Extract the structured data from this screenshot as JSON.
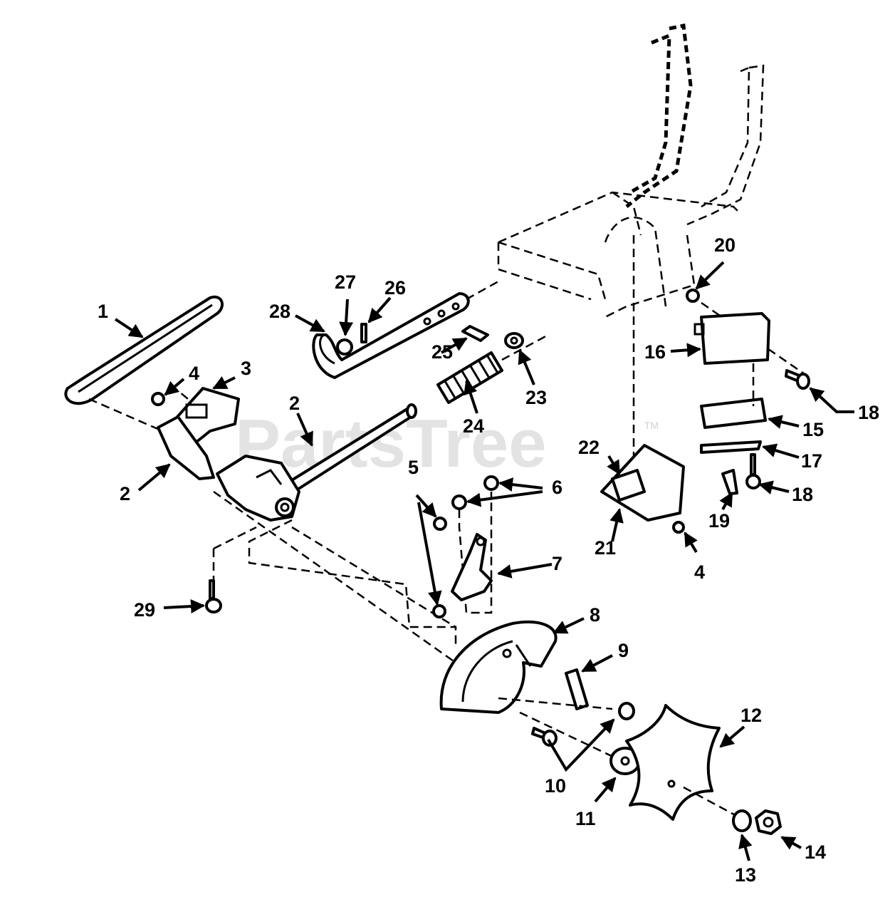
{
  "watermark": {
    "text": "PartsTree",
    "trademark": "TM"
  },
  "callouts": [
    {
      "id": "c1",
      "label": "1"
    },
    {
      "id": "c2a",
      "label": "2"
    },
    {
      "id": "c2b",
      "label": "2"
    },
    {
      "id": "c3",
      "label": "3"
    },
    {
      "id": "c4a",
      "label": "4"
    },
    {
      "id": "c4b",
      "label": "4"
    },
    {
      "id": "c5",
      "label": "5"
    },
    {
      "id": "c6",
      "label": "6"
    },
    {
      "id": "c7",
      "label": "7"
    },
    {
      "id": "c8",
      "label": "8"
    },
    {
      "id": "c9",
      "label": "9"
    },
    {
      "id": "c10",
      "label": "10"
    },
    {
      "id": "c11",
      "label": "11"
    },
    {
      "id": "c12",
      "label": "12"
    },
    {
      "id": "c13",
      "label": "13"
    },
    {
      "id": "c14",
      "label": "14"
    },
    {
      "id": "c15",
      "label": "15"
    },
    {
      "id": "c16",
      "label": "16"
    },
    {
      "id": "c17",
      "label": "17"
    },
    {
      "id": "c18a",
      "label": "18"
    },
    {
      "id": "c18b",
      "label": "18"
    },
    {
      "id": "c19",
      "label": "19"
    },
    {
      "id": "c20",
      "label": "20"
    },
    {
      "id": "c21",
      "label": "21"
    },
    {
      "id": "c22",
      "label": "22"
    },
    {
      "id": "c23",
      "label": "23"
    },
    {
      "id": "c24",
      "label": "24"
    },
    {
      "id": "c25",
      "label": "25"
    },
    {
      "id": "c26",
      "label": "26"
    },
    {
      "id": "c27",
      "label": "27"
    },
    {
      "id": "c28",
      "label": "28"
    },
    {
      "id": "c29",
      "label": "29"
    }
  ]
}
